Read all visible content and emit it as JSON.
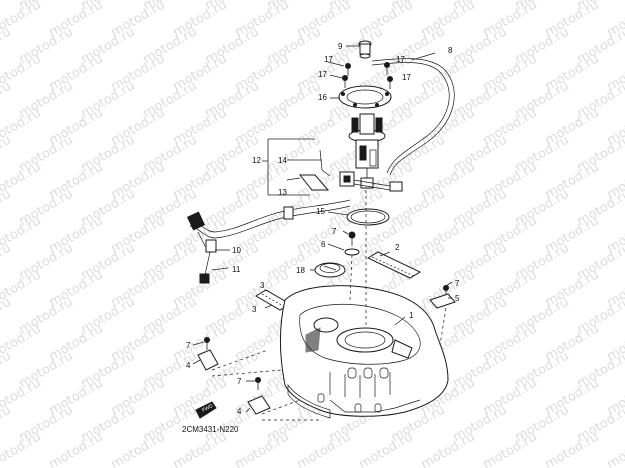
{
  "watermark": {
    "text": "motod.ru",
    "color": "#dcdcdc"
  },
  "diagram": {
    "code": "2CM3431-N220",
    "callouts": {
      "c1": "1",
      "c2": "2",
      "c3a": "3",
      "c3b": "3",
      "c4a": "4",
      "c4b": "4",
      "c5": "5",
      "c6": "6",
      "c7a": "7",
      "c7b": "7",
      "c7c": "7",
      "c7d": "7",
      "c8": "8",
      "c9": "9",
      "c10": "10",
      "c11": "11",
      "c12": "12",
      "c13": "13",
      "c14": "14",
      "c15": "15",
      "c16": "16",
      "c17a": "17",
      "c17b": "17",
      "c17c": "17",
      "c17d": "17",
      "c18": "18"
    },
    "front_badge": "FWD"
  }
}
